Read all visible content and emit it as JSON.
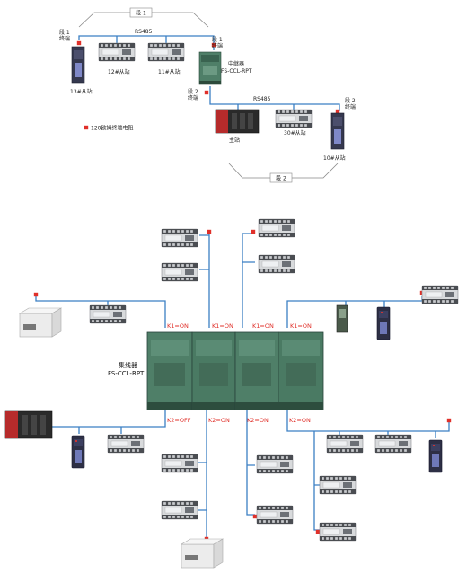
{
  "top": {
    "segment1": "段 1",
    "segment2": "段 2",
    "bus_label_1": "RS485",
    "bus_label_2": "RS485",
    "term_left": "段 1\n终端",
    "term_mid": "段 1\n终端",
    "term_seg2_left": "段 2\n终端",
    "term_seg2_right": "段 2\n终端",
    "station_13": "13#从站",
    "station_12": "12#从站",
    "station_11": "11#从站",
    "repeater_title": "中继器",
    "repeater_model": "FS-CCL-RPT",
    "master": "主站",
    "station_30": "30#从站",
    "station_10": "10#从站",
    "legend": "120欧姆终端电阻"
  },
  "bottom": {
    "hub_title": "集线器",
    "hub_model": "FS-CCL-RPT",
    "k_top": [
      "K1=ON",
      "K1=ON",
      "K1=ON",
      "K1=ON"
    ],
    "k_bottom": [
      "K2=OFF",
      "K2=ON",
      "K2=ON",
      "K2=ON"
    ]
  },
  "colors": {
    "bus": "#3b7fc4",
    "terminator": "#e0302a",
    "hub_green": "#4f7f68"
  }
}
